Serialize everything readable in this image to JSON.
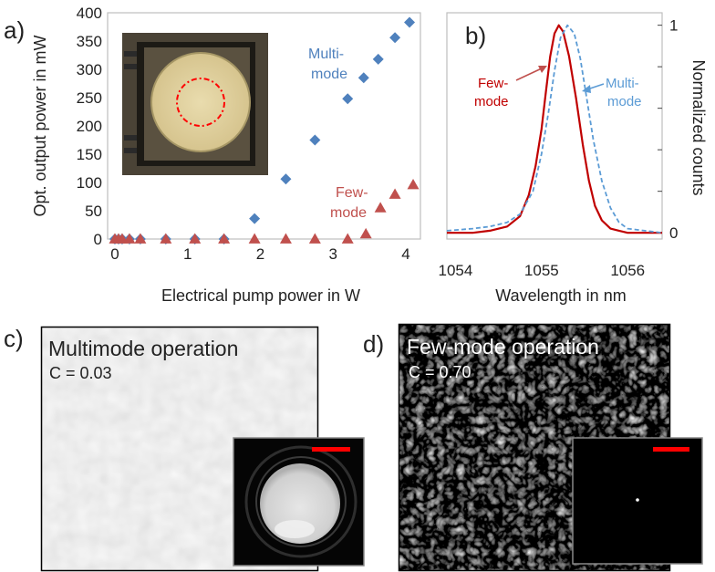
{
  "chart_data": [
    {
      "panel": "a)",
      "type": "scatter",
      "xlabel": "Electrical pump power in W",
      "ylabel": "Opt. output power in mW",
      "xlim": [
        -0.1,
        4.2
      ],
      "ylim": [
        0,
        400
      ],
      "x_ticks": [
        "0",
        "1",
        "2",
        "3",
        "4"
      ],
      "y_ticks": [
        "0",
        "50",
        "100",
        "150",
        "200",
        "250",
        "300",
        "350",
        "400"
      ],
      "grid": false,
      "series": [
        {
          "name": "Multi-mode",
          "name_lines": [
            "Multi-",
            "mode"
          ],
          "color": "#4f81bd",
          "marker": "diamond",
          "x": [
            0.0,
            0.05,
            0.1,
            0.2,
            0.35,
            0.7,
            1.1,
            1.5,
            1.92,
            2.35,
            2.75,
            3.2,
            3.42,
            3.62,
            3.85,
            4.05
          ],
          "y": [
            0,
            0,
            0,
            0,
            0,
            0,
            0,
            0,
            36,
            106,
            175,
            248,
            285,
            318,
            356,
            383
          ]
        },
        {
          "name": "Few-mode",
          "name_lines": [
            "Few-",
            "mode"
          ],
          "color": "#c0504d",
          "marker": "triangle",
          "x": [
            0.0,
            0.05,
            0.1,
            0.2,
            0.35,
            0.7,
            1.1,
            1.5,
            1.92,
            2.35,
            2.75,
            3.2,
            3.45,
            3.65,
            3.85,
            4.1
          ],
          "y": [
            0,
            0,
            0,
            0,
            0,
            0,
            0,
            0,
            0,
            0,
            0,
            0,
            9,
            55,
            79,
            96
          ]
        }
      ]
    },
    {
      "panel": "b)",
      "type": "line",
      "xlabel": "Wavelength in nm",
      "ylabel": "Normalized counts",
      "xlim": [
        1053.9,
        1056.4
      ],
      "ylim": [
        -0.03,
        1.06
      ],
      "x_ticks": [
        "1054",
        "1055",
        "1056"
      ],
      "y_ticks": [
        "0",
        "1"
      ],
      "y_axis_side": "right",
      "grid": false,
      "series": [
        {
          "name": "Few-mode",
          "name_lines": [
            "Few-",
            "mode"
          ],
          "color": "#c00000",
          "style": "solid",
          "x": [
            1053.9,
            1054.2,
            1054.4,
            1054.6,
            1054.75,
            1054.85,
            1054.93,
            1055.0,
            1055.05,
            1055.1,
            1055.15,
            1055.2,
            1055.25,
            1055.32,
            1055.4,
            1055.48,
            1055.55,
            1055.62,
            1055.7,
            1055.8,
            1055.9,
            1056.0,
            1056.2,
            1056.4
          ],
          "y": [
            0.0,
            0.0,
            0.01,
            0.03,
            0.08,
            0.18,
            0.32,
            0.5,
            0.68,
            0.85,
            0.96,
            1.0,
            0.97,
            0.85,
            0.65,
            0.42,
            0.25,
            0.13,
            0.06,
            0.02,
            0.01,
            0.0,
            0.0,
            0.0
          ]
        },
        {
          "name": "Multi-mode",
          "name_lines": [
            "Multi-",
            "mode"
          ],
          "color": "#5b9bd5",
          "style": "dashed",
          "x": [
            1053.9,
            1054.2,
            1054.4,
            1054.6,
            1054.75,
            1054.9,
            1055.0,
            1055.08,
            1055.15,
            1055.22,
            1055.3,
            1055.38,
            1055.45,
            1055.52,
            1055.6,
            1055.7,
            1055.8,
            1055.9,
            1056.0,
            1056.2,
            1056.4
          ],
          "y": [
            0.01,
            0.02,
            0.03,
            0.05,
            0.09,
            0.2,
            0.38,
            0.58,
            0.78,
            0.94,
            1.0,
            0.96,
            0.84,
            0.66,
            0.45,
            0.25,
            0.12,
            0.05,
            0.02,
            0.01,
            0.0
          ]
        }
      ]
    }
  ],
  "images": {
    "c": {
      "panel": "c)",
      "title": "Multimode operation",
      "contrast": "C = 0.03",
      "scale_bar_color": "#ff0000"
    },
    "d": {
      "panel": "d)",
      "title": "Few-mode operation",
      "contrast": "C = 0.70",
      "scale_bar_color": "#ff0000"
    }
  }
}
